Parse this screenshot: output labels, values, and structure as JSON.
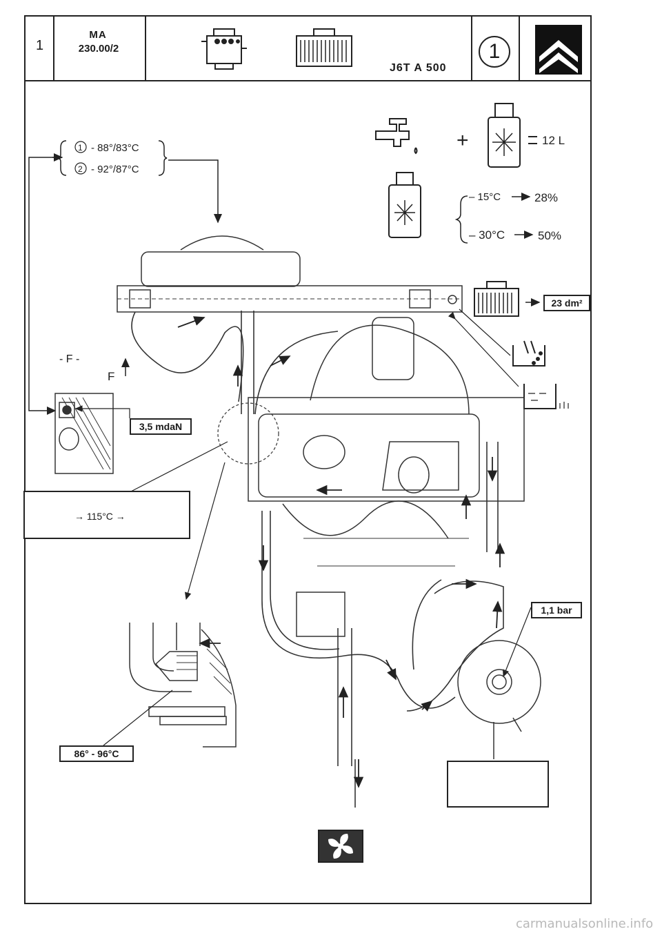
{
  "header": {
    "page_number": "1",
    "manual_code": "MA",
    "manual_ref": "230.00/2",
    "engine_code": "J6T A 500",
    "sheet_number": "1"
  },
  "coolant": {
    "capacity": "12 L",
    "protection": [
      {
        "temp": "– 15°C",
        "ratio": "28%"
      },
      {
        "temp": "– 30°C",
        "ratio": "50%"
      }
    ]
  },
  "thermostat_opening": [
    {
      "num": "1",
      "temps": "- 88°/83°C"
    },
    {
      "num": "2",
      "temps": "- 92°/87°C"
    }
  ],
  "labels": {
    "radiator_area": "23 dm²",
    "f_section": "- F -",
    "f_arrow": "F",
    "torque": "3,5 mdaN",
    "warning_temp": "→ 115°C →",
    "cap_pressure": "1,1 bar",
    "thermostat_range": "86° - 96°C"
  },
  "watermark": "carmanualsonline.info"
}
